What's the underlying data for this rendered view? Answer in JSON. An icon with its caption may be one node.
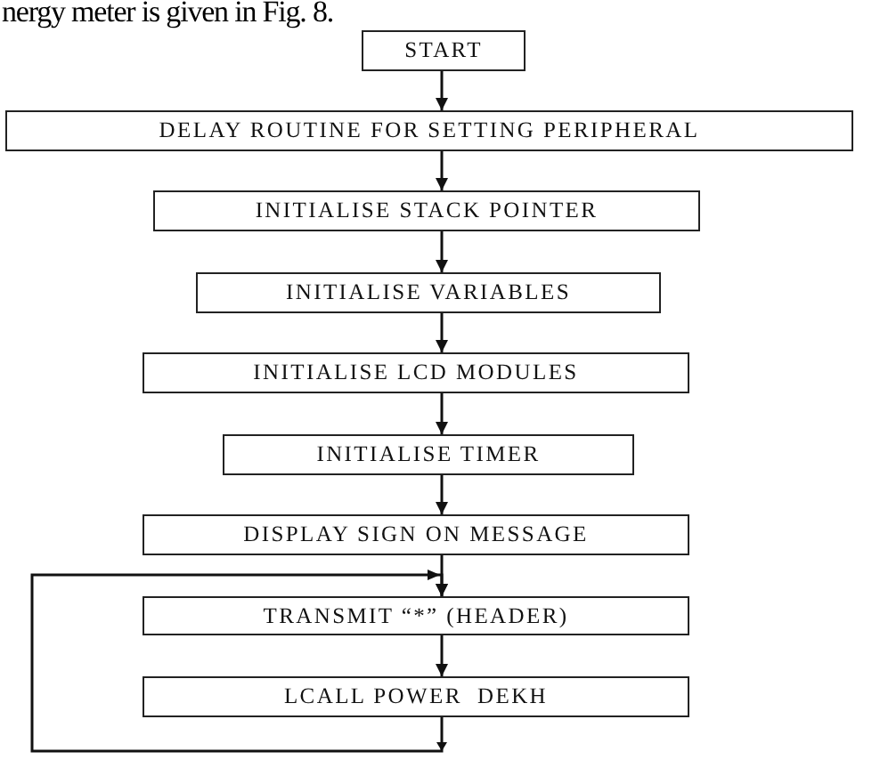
{
  "diagram": {
    "nodes": [
      {
        "text": [
          "START"
        ]
      },
      {
        "text": [
          "DELAY ROUTINE FOR SETTING PERIPHERAL"
        ]
      },
      {
        "text": [
          "INITIALISE STACK POINTER"
        ]
      },
      {
        "text": [
          "INITIALISE VARIABLES"
        ]
      },
      {
        "text": [
          "INITIALISE LCD MODULES"
        ]
      },
      {
        "text": [
          "INITIALISE TIMER"
        ]
      },
      {
        "text": [
          "DISPLAY SIGN ON MESSAGE"
        ]
      },
      {
        "text": [
          "TRANSMIT “*” (HEADER)"
        ]
      },
      {
        "text": [
          "LCALL POWER  DEKH"
        ]
      }
    ],
    "edges": [
      {
        "from": 0,
        "to": 1,
        "arrow": "to"
      },
      {
        "from": 1,
        "to": 2,
        "arrow": "to"
      },
      {
        "from": 2,
        "to": 3,
        "arrow": "to"
      },
      {
        "from": 3,
        "to": 4,
        "arrow": "to"
      },
      {
        "from": 4,
        "to": 5,
        "arrow": "to"
      },
      {
        "from": 5,
        "to": 6,
        "arrow": "to"
      },
      {
        "from": 6,
        "to": 7,
        "arrow": "to"
      },
      {
        "from": 7,
        "to": 8,
        "arrow": "to"
      },
      {
        "from": 8,
        "to": 7,
        "arrow": "to"
      }
    ],
    "labels": [
      "nergy meter is given in Fig. 8."
    ]
  }
}
